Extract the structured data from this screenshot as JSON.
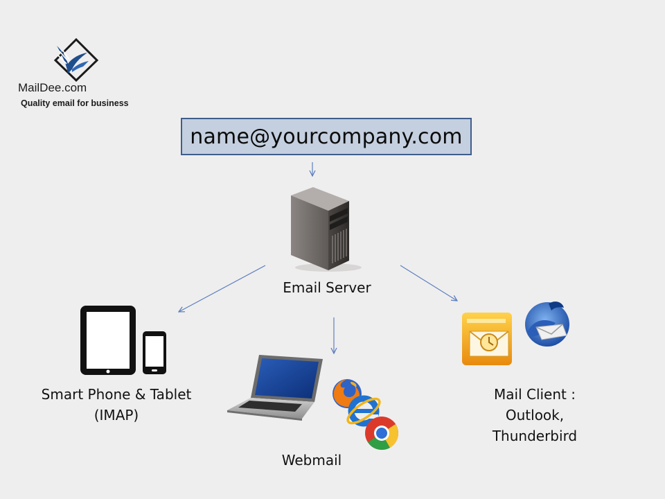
{
  "brand": {
    "logo_icon": "bird-diamond-logo-icon",
    "name": "MailDee.com",
    "tagline": "Quality email for business"
  },
  "email_address": "name@yourcompany.com",
  "nodes": {
    "server": {
      "label": "Email Server",
      "icon": "server-tower-icon"
    },
    "mobile": {
      "label_line1": "Smart Phone & Tablet",
      "label_line2": "(IMAP)",
      "icons": [
        "tablet-icon",
        "smartphone-icon"
      ]
    },
    "webmail": {
      "label": "Webmail",
      "icons": [
        "laptop-icon",
        "firefox-icon",
        "internet-explorer-icon",
        "chrome-icon"
      ]
    },
    "client": {
      "label_line1": "Mail Client :",
      "label_line2": "Outlook,",
      "label_line3": "Thunderbird",
      "icons": [
        "outlook-icon",
        "thunderbird-icon"
      ]
    }
  },
  "colors": {
    "background": "#efeeee",
    "email_box_fill": "#c4cfdf",
    "email_box_border": "#3e5e8c",
    "arrow": "#5b7fbf"
  }
}
